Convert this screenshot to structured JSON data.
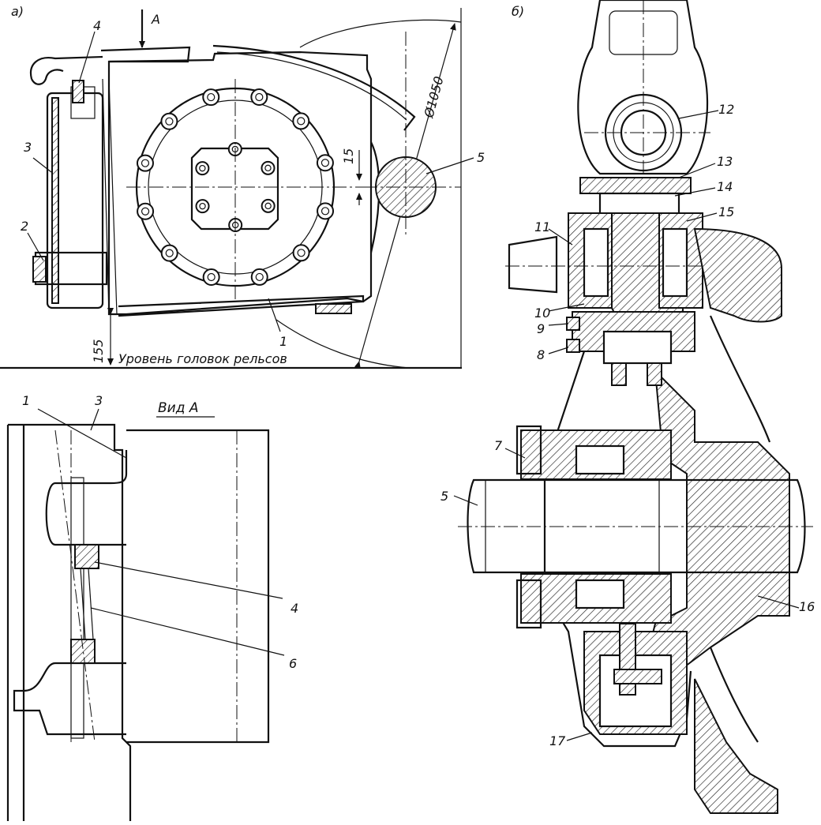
{
  "view_a": {
    "label": "а)",
    "arrow_label": "А",
    "diameter": "Ø1050",
    "gap": "15",
    "height": "155",
    "rail_level": "Уровень головок рельсов",
    "labels": [
      "4",
      "3",
      "2",
      "5",
      "1"
    ]
  },
  "view_b": {
    "label": "б)",
    "labels": [
      "12",
      "13",
      "14",
      "15",
      "11",
      "10",
      "9",
      "8",
      "7",
      "5",
      "16",
      "17"
    ]
  },
  "view_vid": {
    "title": "Вид А",
    "labels": [
      "1",
      "3",
      "4",
      "6"
    ]
  }
}
